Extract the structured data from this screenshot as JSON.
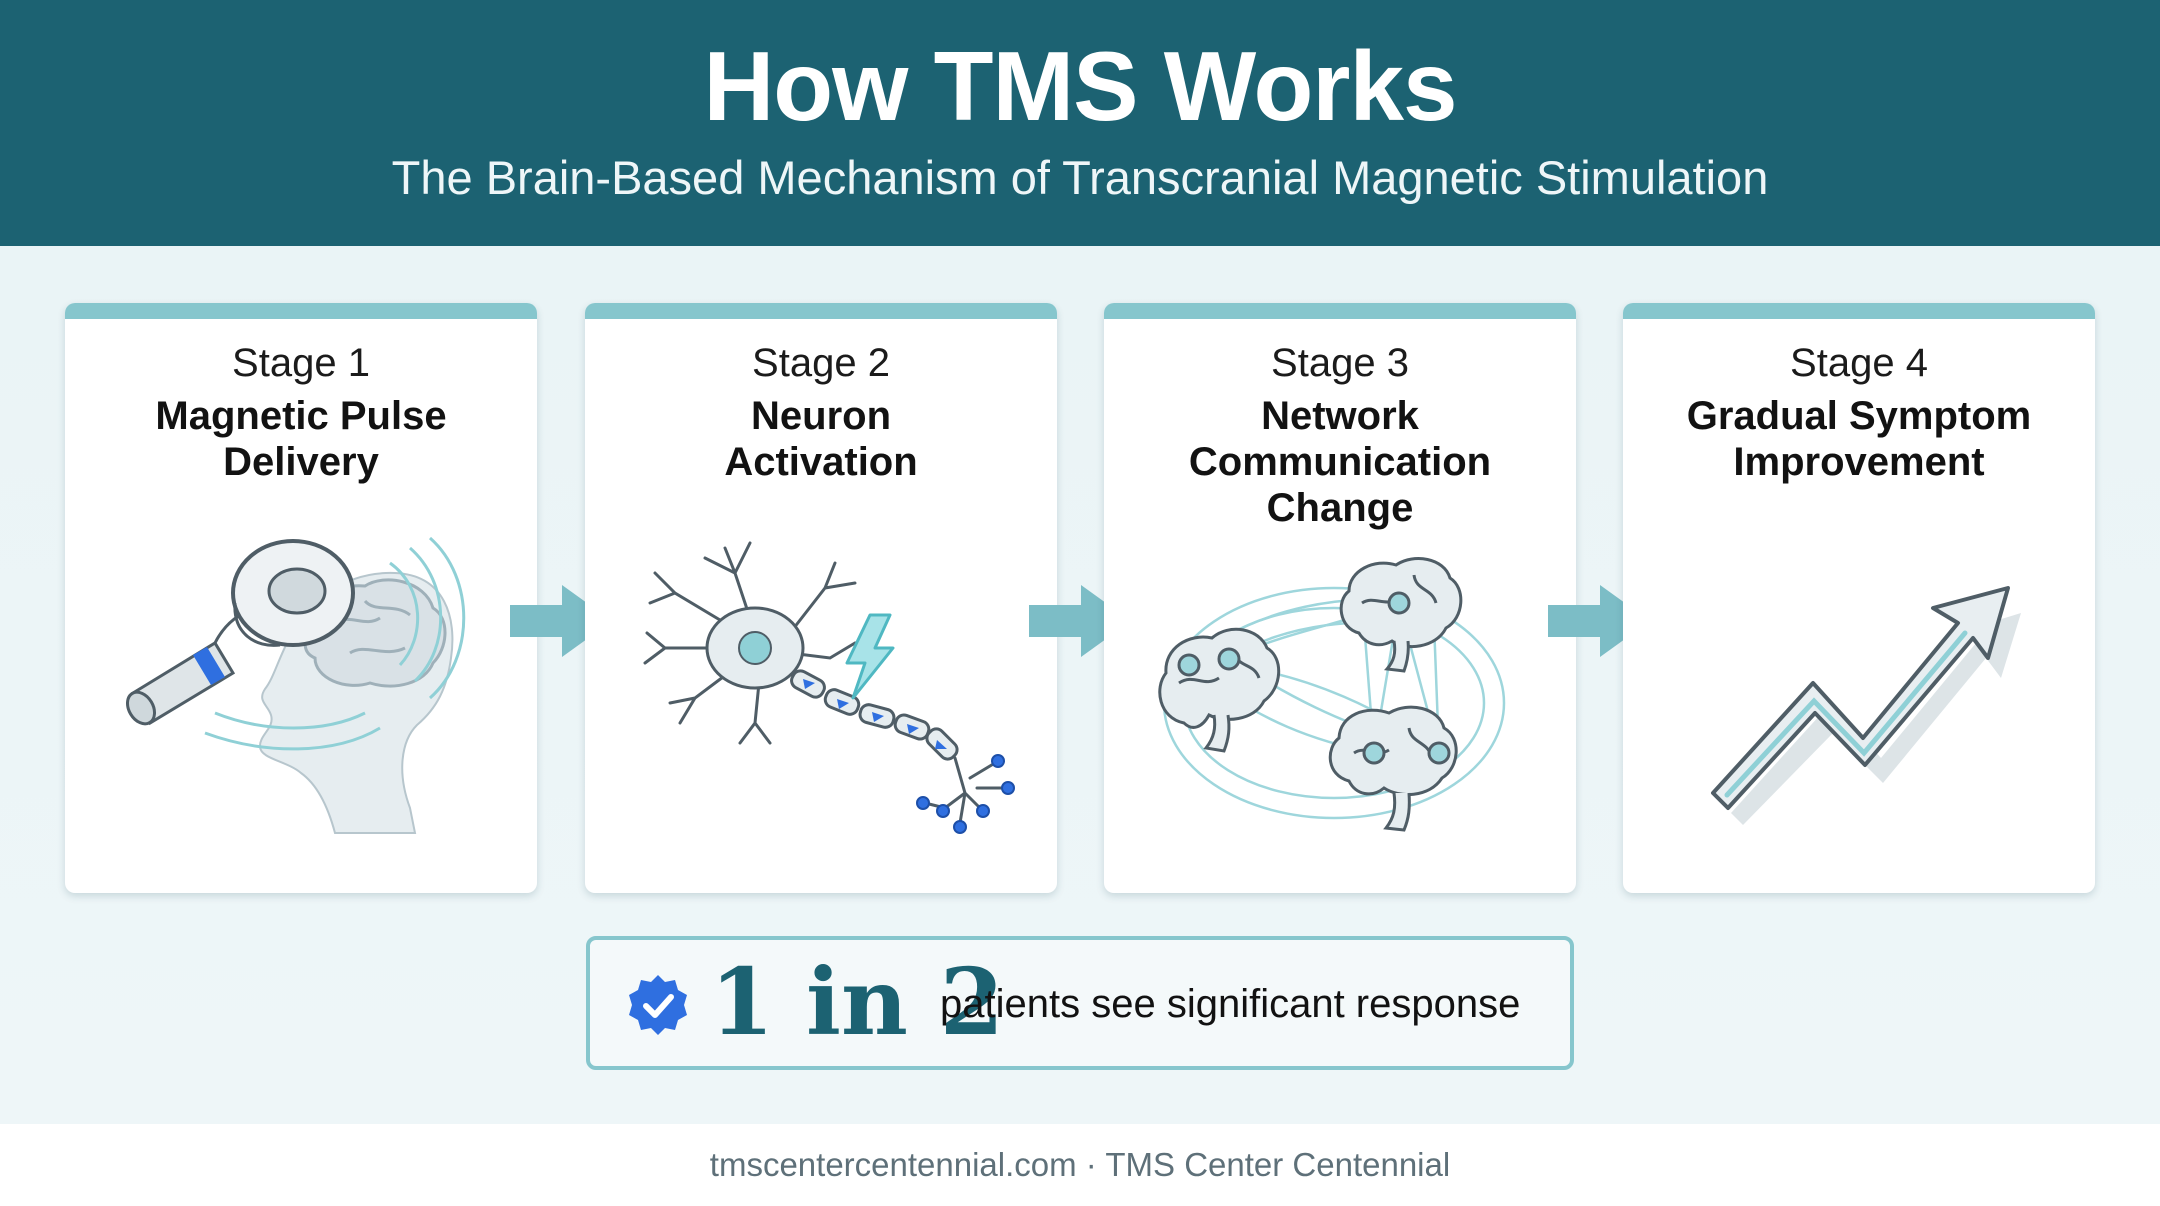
{
  "header": {
    "title": "How TMS Works",
    "subtitle": "The Brain-Based Mechanism of Transcranial Magnetic Stimulation"
  },
  "stages": [
    {
      "stage": "Stage 1",
      "name": "Magnetic Pulse Delivery",
      "icon": "tms-coil-head-icon"
    },
    {
      "stage": "Stage 2",
      "name": "Neuron Activation",
      "icon": "neuron-spark-icon"
    },
    {
      "stage": "Stage 3",
      "name": "Network Communication Change",
      "icon": "brain-network-icon"
    },
    {
      "stage": "Stage 4",
      "name": "Gradual Symptom Improvement",
      "icon": "trend-up-arrow-icon"
    }
  ],
  "stat": {
    "value": "1 in 2",
    "text": "patients see significant response",
    "icon": "verified-badge-icon"
  },
  "footer": {
    "text": "tmscentercentennial.com · TMS Center Centennial"
  },
  "colors": {
    "header": "#1c6272",
    "accent": "#86c6cd",
    "arrow": "#7cbdc6",
    "badge": "#2f6fe0"
  }
}
